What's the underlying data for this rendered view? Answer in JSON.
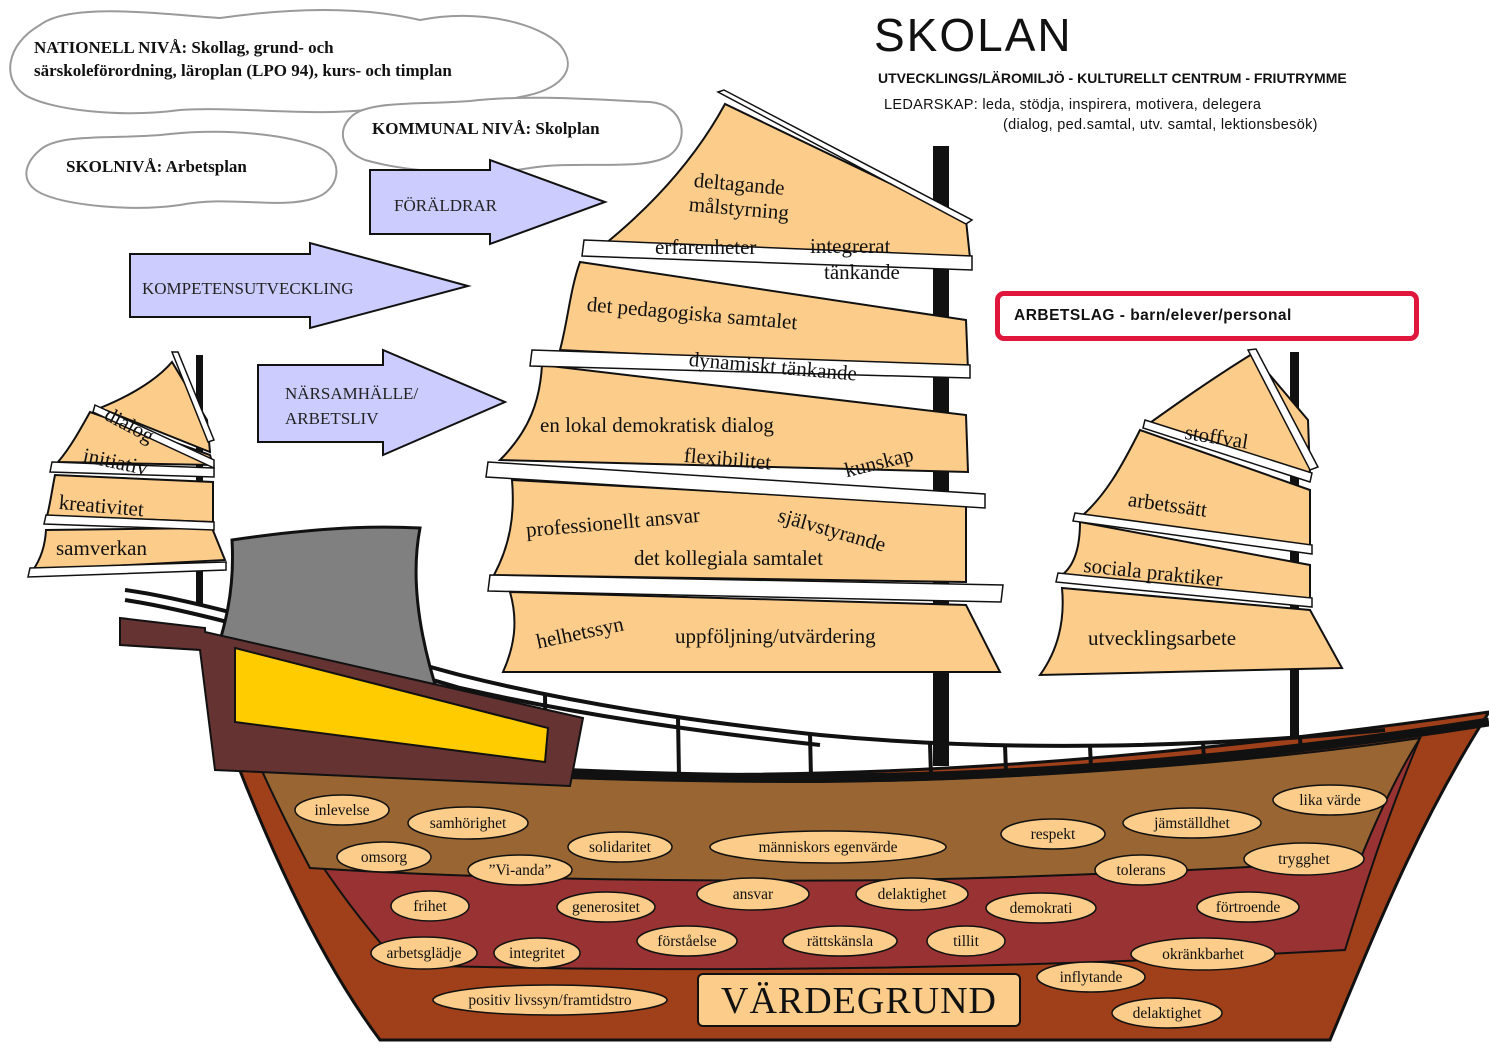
{
  "header": {
    "title": "SKOLAN",
    "subtitle": "UTVECKLINGS/LÄROMILJÖ - KULTURELLT CENTRUM - FRIUTRYMME",
    "leadership_line1": "LEDARSKAP: leda, stödja, inspirera, motivera, delegera",
    "leadership_line2": "(dialog, ped.samtal, utv. samtal, lektionsbesök)"
  },
  "clouds": {
    "national_line1": "NATIONELL NIVÅ: Skollag, grund- och",
    "national_line2": "särskoleförordning, läroplan (LPO 94), kurs- och  timplan",
    "kommunal": "KOMMUNAL NIVÅ: Skolplan",
    "skolniva": "SKOLNIVÅ: Arbetsplan"
  },
  "arrows": {
    "foraldrar": "FÖRÄLDRAR",
    "kompetens": "KOMPETENSUTVECKLING",
    "narsamhalle_line1": "NÄRSAMHÄLLE/",
    "narsamhalle_line2": "ARBETSLIV"
  },
  "arbetslag": "ARBETSLAG - barn/elever/personal",
  "sail_left": {
    "dialog": "dialog",
    "initiativ": "initiativ",
    "kreativitet": "kreativitet",
    "samverkan": "samverkan"
  },
  "sail_center": {
    "deltagande": "deltagande",
    "malstyrning": "målstyrning",
    "erfarenheter": "erfarenheter",
    "integrerat": "integrerat",
    "tankande": "tänkande",
    "pedagogiska_samtalet": "det pedagogiska samtalet",
    "dynamiskt": "dynamiskt tänkande",
    "lokal_dialog": "en lokal demokratisk dialog",
    "flexibilitet": "flexibilitet",
    "kunskap": "kunskap",
    "professionellt": "professionellt ansvar",
    "sjalvstyrande": "självstyrande",
    "kollegiala": "det kollegiala samtalet",
    "helhetssyn": "helhetssyn",
    "uppfoljning": "uppföljning/utvärdering"
  },
  "sail_right": {
    "stoffval": "stoffval",
    "arbetssatt": "arbetssätt",
    "sociala": "sociala praktiker",
    "utveckling": "utvecklingsarbete"
  },
  "hull": {
    "vardegrund": "VÄRDEGRUND",
    "values": [
      "inlevelse",
      "samhörighet",
      "solidaritet",
      "människors egenvärde",
      "respekt",
      "jämställdhet",
      "lika värde",
      "omsorg",
      "”Vi-anda”",
      "tolerans",
      "trygghet",
      "frihet",
      "generositet",
      "ansvar",
      "delaktighet",
      "demokrati",
      "förtroende",
      "arbetsglädje",
      "integritet",
      "förståelse",
      "rättskänsla",
      "tillit",
      "okränkbarhet",
      "inflytande",
      "positiv livssyn/framtidstro",
      "delaktighet"
    ]
  },
  "colors": {
    "sail": "#fccc8a",
    "arrow": "#ccccff",
    "hull_outer": "#a0401a",
    "hull_band": "#993333",
    "deck": "#996633",
    "stern_window": "#ffcc00",
    "arbetslag_border": "#e0163c"
  }
}
